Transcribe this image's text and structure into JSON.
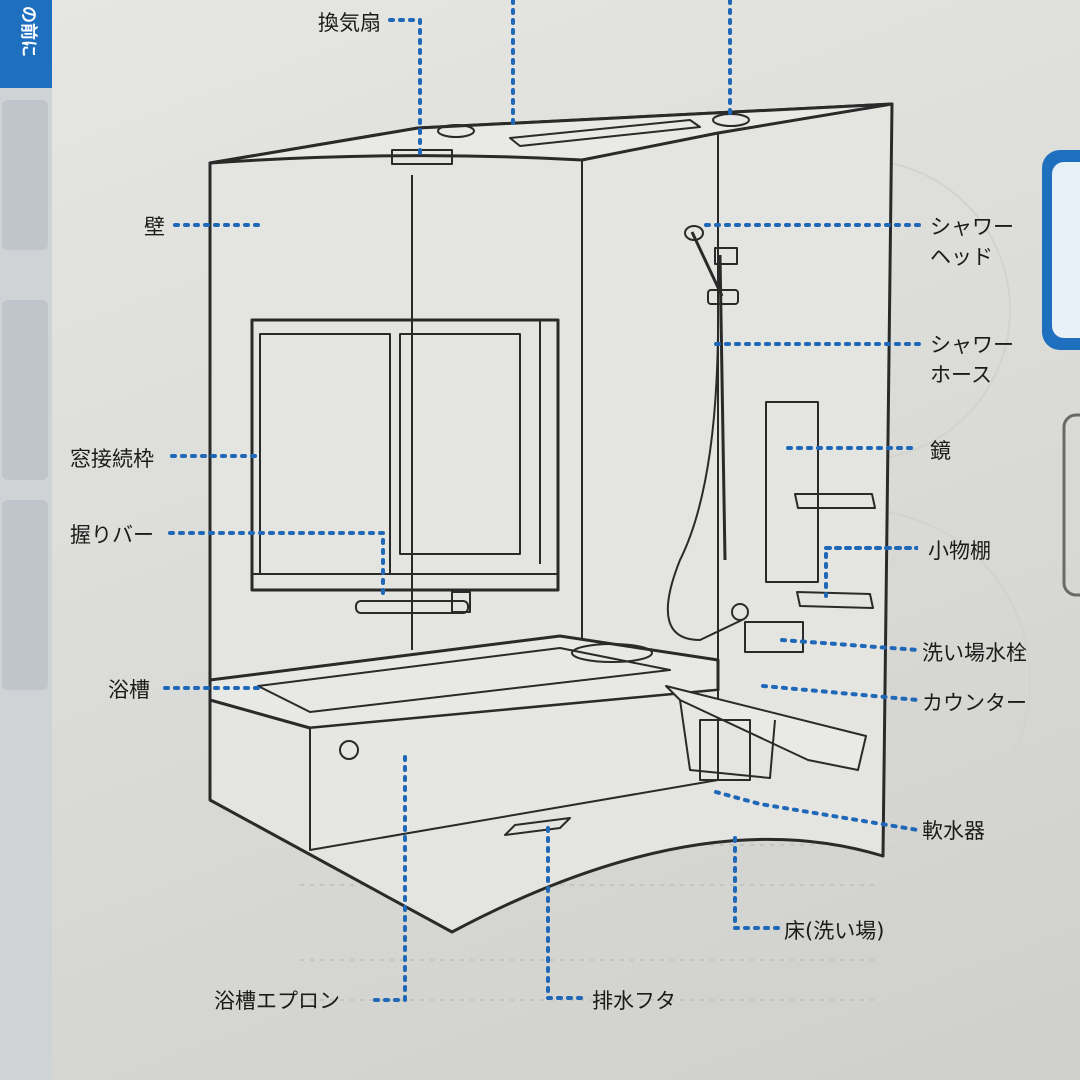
{
  "page": {
    "tab_label": "の前に",
    "accent_color": "#1f6fbf",
    "leader_color": "#1f68b8"
  },
  "labels": {
    "kankisen": "換気扇",
    "kabe": "壁",
    "shower_head_1": "シャワー",
    "shower_head_2": "ヘッド",
    "shower_hose_1": "シャワー",
    "shower_hose_2": "ホース",
    "kagami": "鏡",
    "mado": "窓接続枠",
    "nigiri": "握りバー",
    "kotana": "小物棚",
    "suisen": "洗い場水栓",
    "yokuso": "浴槽",
    "counter": "カウンター",
    "nansuiki": "軟水器",
    "yuka": "床(洗い場)",
    "apron": "浴槽エプロン",
    "haisui": "排水フタ"
  }
}
